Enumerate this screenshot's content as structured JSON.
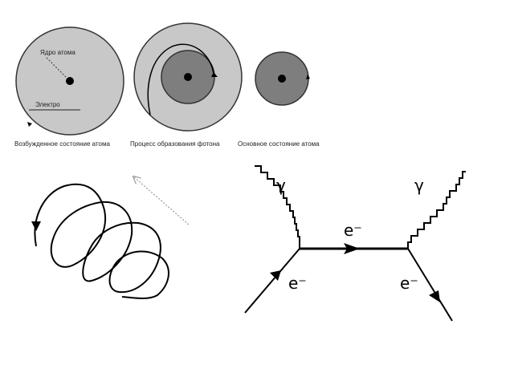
{
  "atom_panels": {
    "nucleus_label": "Ядро атома",
    "electron_label": "Электро",
    "captions": [
      "Возбужденное состояние атома",
      "Процесс образования фотона",
      "Основное состояние атома"
    ]
  },
  "feynman": {
    "photon_in_label": "γ",
    "photon_out_label": "γ",
    "electron_in_label": "e⁻",
    "electron_mid_label": "e⁻",
    "electron_out_label": "e⁻"
  },
  "colors": {
    "outer_shell": "#c8c8c8",
    "inner_shell": "#7e7e7e",
    "nucleus": "#000000",
    "line": "#000000",
    "faint_line": "#777777"
  }
}
